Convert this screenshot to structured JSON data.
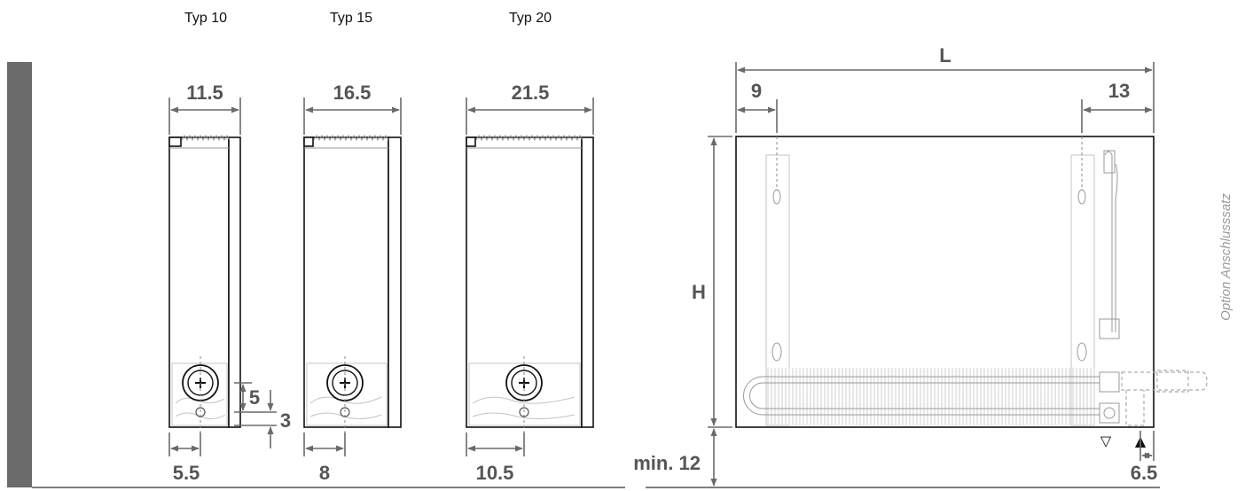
{
  "left_panel": {
    "types": [
      {
        "label": "Typ 10",
        "depth": "11.5",
        "offset": "5.5"
      },
      {
        "label": "Typ 15",
        "depth": "16.5",
        "offset": "8"
      },
      {
        "label": "Typ 20",
        "depth": "21.5",
        "offset": "10.5"
      }
    ],
    "small_dims": {
      "upper": "5",
      "lower": "3"
    }
  },
  "right_panel": {
    "length": "L",
    "height": "H",
    "left_offset": "9",
    "right_offset": "13",
    "floor_clearance": "min. 12",
    "connection_offset": "6.5",
    "side_label": "Option Anschlusssatz",
    "symbols": {
      "return": "▽",
      "supply": "▲"
    }
  },
  "colors": {
    "wall": "#6b6b6b",
    "dimension": "#555555",
    "outline": "#111111",
    "side_label": "#9a9a9a"
  }
}
